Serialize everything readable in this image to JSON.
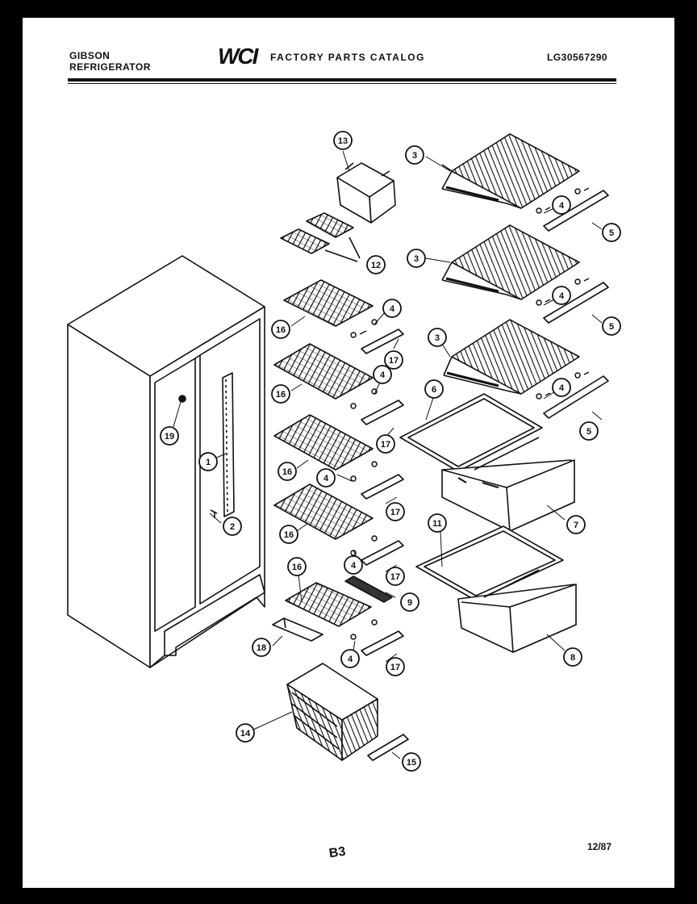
{
  "header": {
    "brand_line1": "GIBSON",
    "brand_line2": "REFRIGERATOR",
    "logo": "WCI",
    "catalog_title": "FACTORY PARTS CATALOG",
    "model_number": "LG30567290"
  },
  "footer": {
    "page_code": "B3",
    "date": "12/87"
  },
  "callouts": [
    {
      "id": "c13a",
      "label": "13"
    },
    {
      "id": "c3a",
      "label": "3"
    },
    {
      "id": "c4a",
      "label": "4"
    },
    {
      "id": "c5a",
      "label": "5"
    },
    {
      "id": "c12",
      "label": "12"
    },
    {
      "id": "c3b",
      "label": "3"
    },
    {
      "id": "c4b",
      "label": "4"
    },
    {
      "id": "c5b",
      "label": "5"
    },
    {
      "id": "c16a",
      "label": "16"
    },
    {
      "id": "c4c",
      "label": "4"
    },
    {
      "id": "c17a",
      "label": "17"
    },
    {
      "id": "c3c",
      "label": "3"
    },
    {
      "id": "c16b",
      "label": "16"
    },
    {
      "id": "c4d",
      "label": "4"
    },
    {
      "id": "c4e",
      "label": "4"
    },
    {
      "id": "c5c",
      "label": "5"
    },
    {
      "id": "c6",
      "label": "6"
    },
    {
      "id": "c19",
      "label": "19"
    },
    {
      "id": "c1",
      "label": "1"
    },
    {
      "id": "c17b",
      "label": "17"
    },
    {
      "id": "c16c",
      "label": "16"
    },
    {
      "id": "c4f",
      "label": "4"
    },
    {
      "id": "c17c",
      "label": "17"
    },
    {
      "id": "c7",
      "label": "7"
    },
    {
      "id": "c2",
      "label": "2"
    },
    {
      "id": "c16d",
      "label": "16"
    },
    {
      "id": "c11",
      "label": "11"
    },
    {
      "id": "c4g",
      "label": "4"
    },
    {
      "id": "c17d",
      "label": "17"
    },
    {
      "id": "c16e",
      "label": "16"
    },
    {
      "id": "c9",
      "label": "9"
    },
    {
      "id": "c18",
      "label": "18"
    },
    {
      "id": "c4h",
      "label": "4"
    },
    {
      "id": "c17e",
      "label": "17"
    },
    {
      "id": "c8",
      "label": "8"
    },
    {
      "id": "c14",
      "label": "14"
    },
    {
      "id": "c15",
      "label": "15"
    }
  ]
}
